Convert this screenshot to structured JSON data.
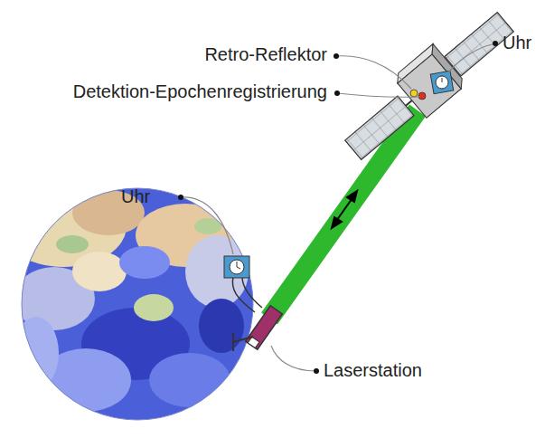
{
  "diagram": {
    "labels": [
      "Retro-Reflektor",
      "Detektion-Epochenregistrierung",
      "Uhr",
      "Uhr",
      "Laserstation"
    ]
  }
}
